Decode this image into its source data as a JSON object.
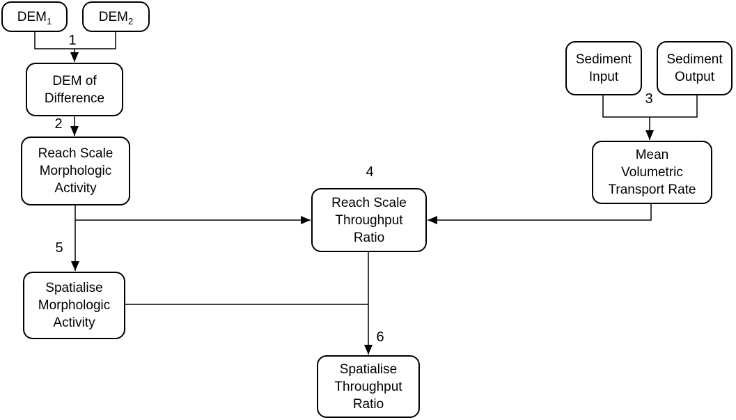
{
  "diagram": {
    "colors": {
      "background": "#ffffff",
      "stroke": "#000000",
      "text": "#000000"
    },
    "nodes": {
      "dem1": {
        "main": "DEM",
        "sub": "1"
      },
      "dem2": {
        "main": "DEM",
        "sub": "2"
      },
      "dem_of_difference": {
        "label": "DEM of\nDifference"
      },
      "reach_scale_morphologic_activity": {
        "label": "Reach Scale\nMorphologic\nActivity"
      },
      "spatialise_morphologic_activity": {
        "label": "Spatialise\nMorphologic\nActivity"
      },
      "reach_scale_throughput_ratio": {
        "label": "Reach Scale\nThroughput\nRatio"
      },
      "spatialise_throughput_ratio": {
        "label": "Spatialise\nThroughput\nRatio"
      },
      "sediment_input": {
        "label": "Sediment\nInput"
      },
      "sediment_output": {
        "label": "Sediment\nOutput"
      },
      "mean_volumetric_transport_rate": {
        "label": "Mean\nVolumetric\nTransport Rate"
      }
    },
    "step_labels": {
      "s1": "1",
      "s2": "2",
      "s3": "3",
      "s4": "4",
      "s5": "5",
      "s6": "6"
    },
    "edges": [
      {
        "step": "1",
        "from": [
          "DEM1",
          "DEM2"
        ],
        "to": "DEM of Difference"
      },
      {
        "step": "2",
        "from": [
          "DEM of Difference"
        ],
        "to": "Reach Scale Morphologic Activity"
      },
      {
        "step": "3",
        "from": [
          "Sediment Input",
          "Sediment Output"
        ],
        "to": "Mean Volumetric Transport Rate"
      },
      {
        "step": "4",
        "from": [
          "Reach Scale Morphologic Activity",
          "Mean Volumetric Transport Rate"
        ],
        "to": "Reach Scale Throughput Ratio"
      },
      {
        "step": "5",
        "from": [
          "Reach Scale Morphologic Activity"
        ],
        "to": "Spatialise Morphologic Activity"
      },
      {
        "step": "6",
        "from": [
          "Reach Scale Throughput Ratio",
          "Spatialise Morphologic Activity"
        ],
        "to": "Spatialise Throughput Ratio"
      }
    ]
  }
}
